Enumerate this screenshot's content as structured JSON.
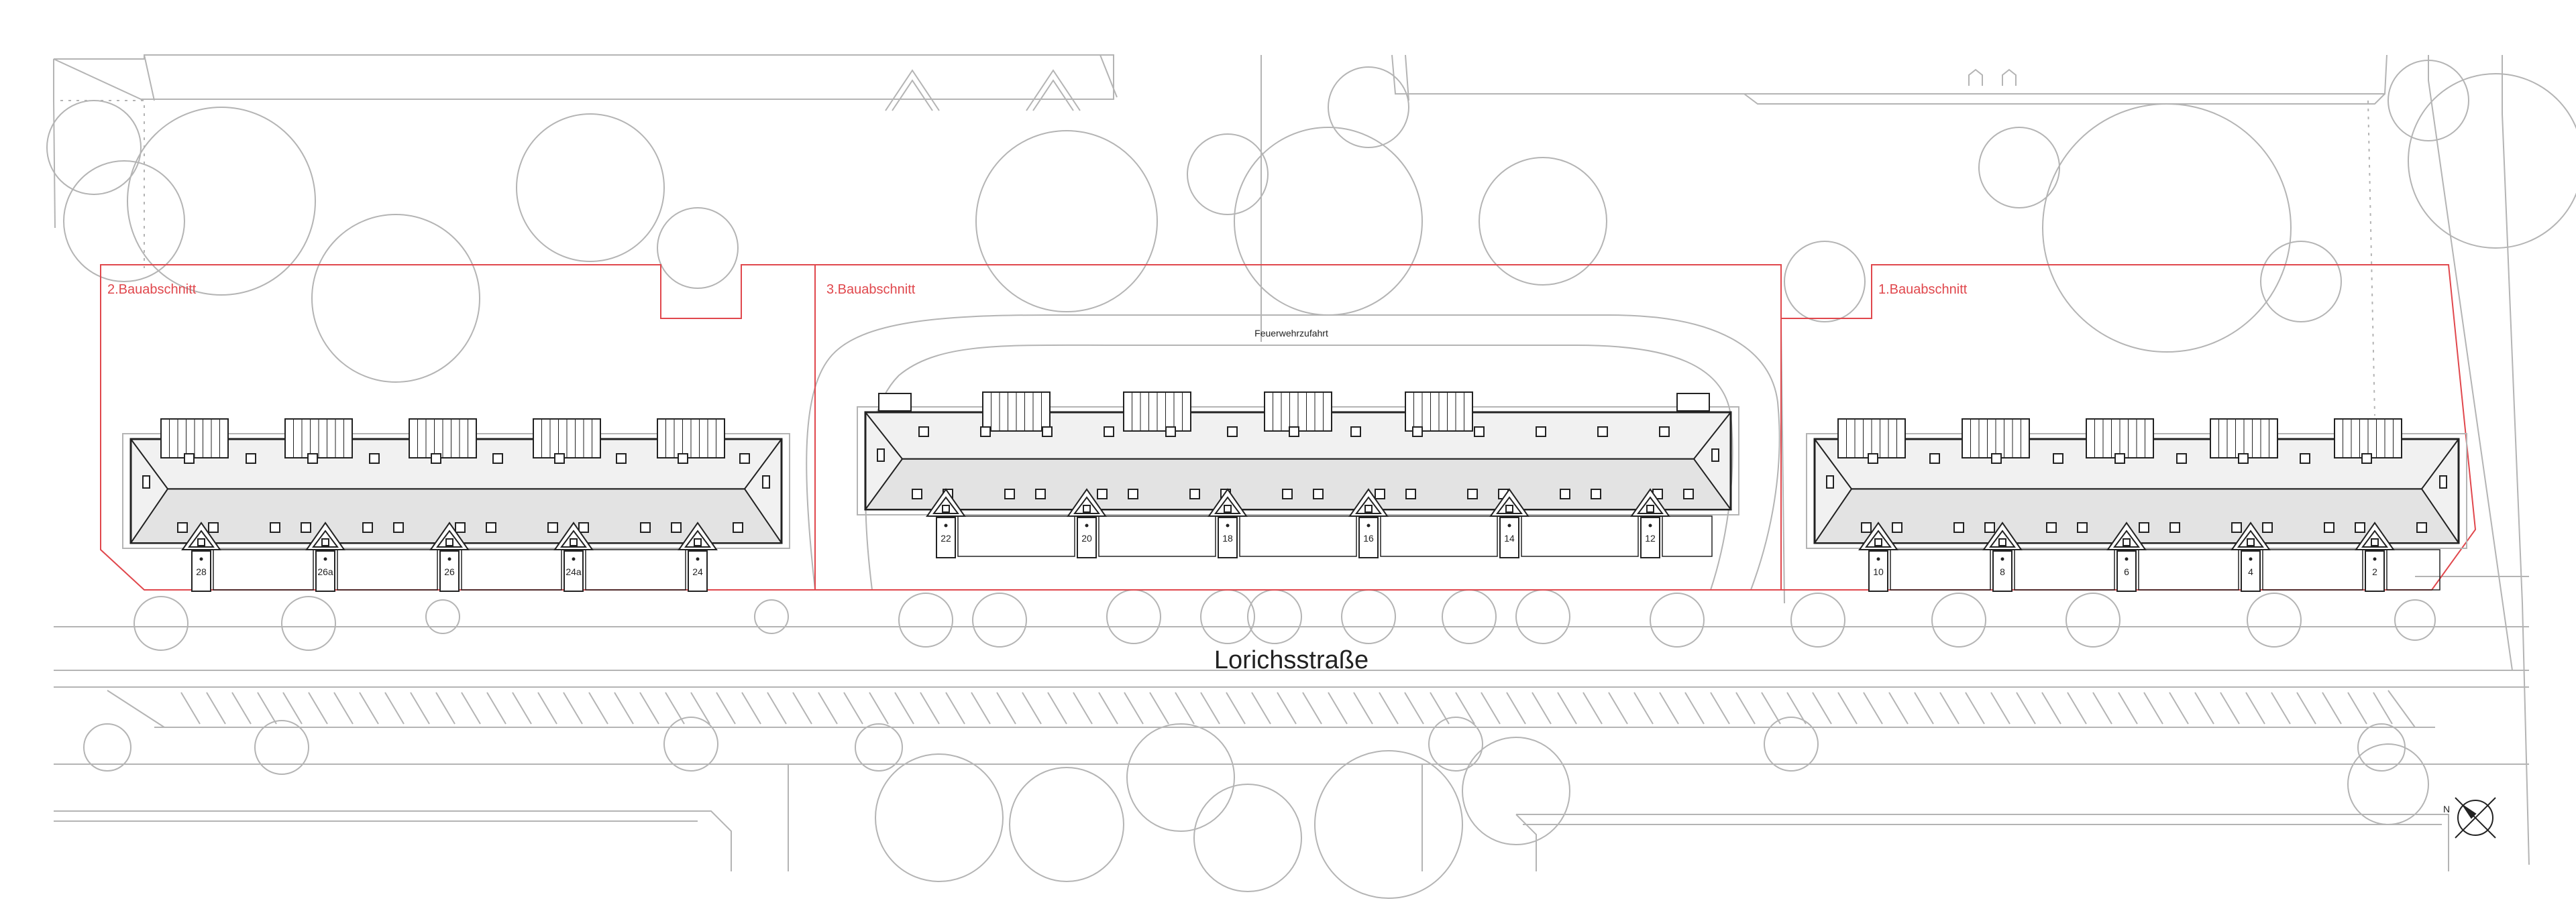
{
  "colors": {
    "background": "#ffffff",
    "linework": "#222222",
    "context": "#b4b4b4",
    "boundary": "#e0474c",
    "roof": "#f1f1f1",
    "ridge": "#e3e3e3"
  },
  "labels": {
    "sections": [
      "2.Bauabschnitt",
      "3.Bauabschnitt",
      "1.Bauabschnitt"
    ],
    "fire_access": "Feuerwehrzufahrt",
    "street": "Lorichsstraße",
    "north": "N"
  },
  "buildings": [
    {
      "name": "bauabschnitt-2",
      "numbers": [
        "28",
        "26a",
        "26",
        "24a",
        "24"
      ]
    },
    {
      "name": "bauabschnitt-3",
      "numbers": [
        "22",
        "20",
        "18",
        "16",
        "14",
        "12"
      ]
    },
    {
      "name": "bauabschnitt-1",
      "numbers": [
        "10",
        "8",
        "6",
        "4",
        "2"
      ]
    }
  ]
}
